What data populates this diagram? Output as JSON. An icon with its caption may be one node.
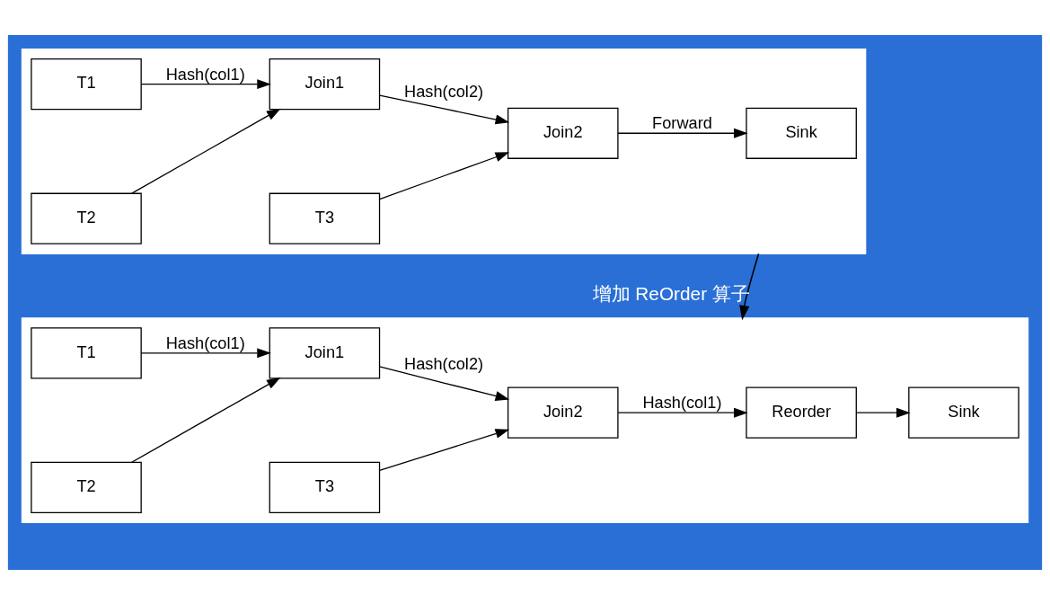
{
  "diagram": {
    "nodes": [
      {
        "text": [],
        "shape": "box"
      },
      {
        "text": [
          "T1"
        ],
        "in": 0
      },
      {
        "text": [
          "T2"
        ],
        "in": 0
      },
      {
        "text": [
          "Join1"
        ],
        "in": 0
      },
      {
        "text": [
          "T3"
        ],
        "in": 0
      },
      {
        "text": [
          "Join2"
        ],
        "in": 0
      },
      {
        "text": [
          "Sink"
        ],
        "in": 0
      },
      {
        "text": [],
        "shape": "box"
      },
      {
        "text": [
          "T1"
        ],
        "in": 7
      },
      {
        "text": [
          "T2"
        ],
        "in": 7
      },
      {
        "text": [
          "Join1"
        ],
        "in": 7
      },
      {
        "text": [
          "T3"
        ],
        "in": 7
      },
      {
        "text": [
          "Join2"
        ],
        "in": 7
      },
      {
        "text": [
          "Reorder"
        ],
        "in": 7
      },
      {
        "text": [
          "Sink"
        ],
        "in": 7
      }
    ],
    "edges": [
      {
        "from": 1,
        "to": 3,
        "arrow": "to",
        "label": "Hash(col1)"
      },
      {
        "from": 2,
        "to": 3,
        "arrow": "to"
      },
      {
        "from": 3,
        "to": 5,
        "arrow": "to",
        "label": "Hash(col2)"
      },
      {
        "from": 4,
        "to": 5,
        "arrow": "to"
      },
      {
        "from": 5,
        "to": 6,
        "arrow": "to",
        "label": "Forward"
      },
      {
        "from": 0,
        "to": 7,
        "arrow": "to",
        "label": "增加 ReOrder 算子"
      },
      {
        "from": 8,
        "to": 10,
        "arrow": "to",
        "label": "Hash(col1)"
      },
      {
        "from": 9,
        "to": 10,
        "arrow": "to"
      },
      {
        "from": 10,
        "to": 12,
        "arrow": "to",
        "label": "Hash(col2)"
      },
      {
        "from": 11,
        "to": 12,
        "arrow": "to"
      },
      {
        "from": 12,
        "to": 13,
        "arrow": "to",
        "label": "Hash(col1)"
      },
      {
        "from": 13,
        "to": 14,
        "arrow": "to"
      }
    ]
  }
}
